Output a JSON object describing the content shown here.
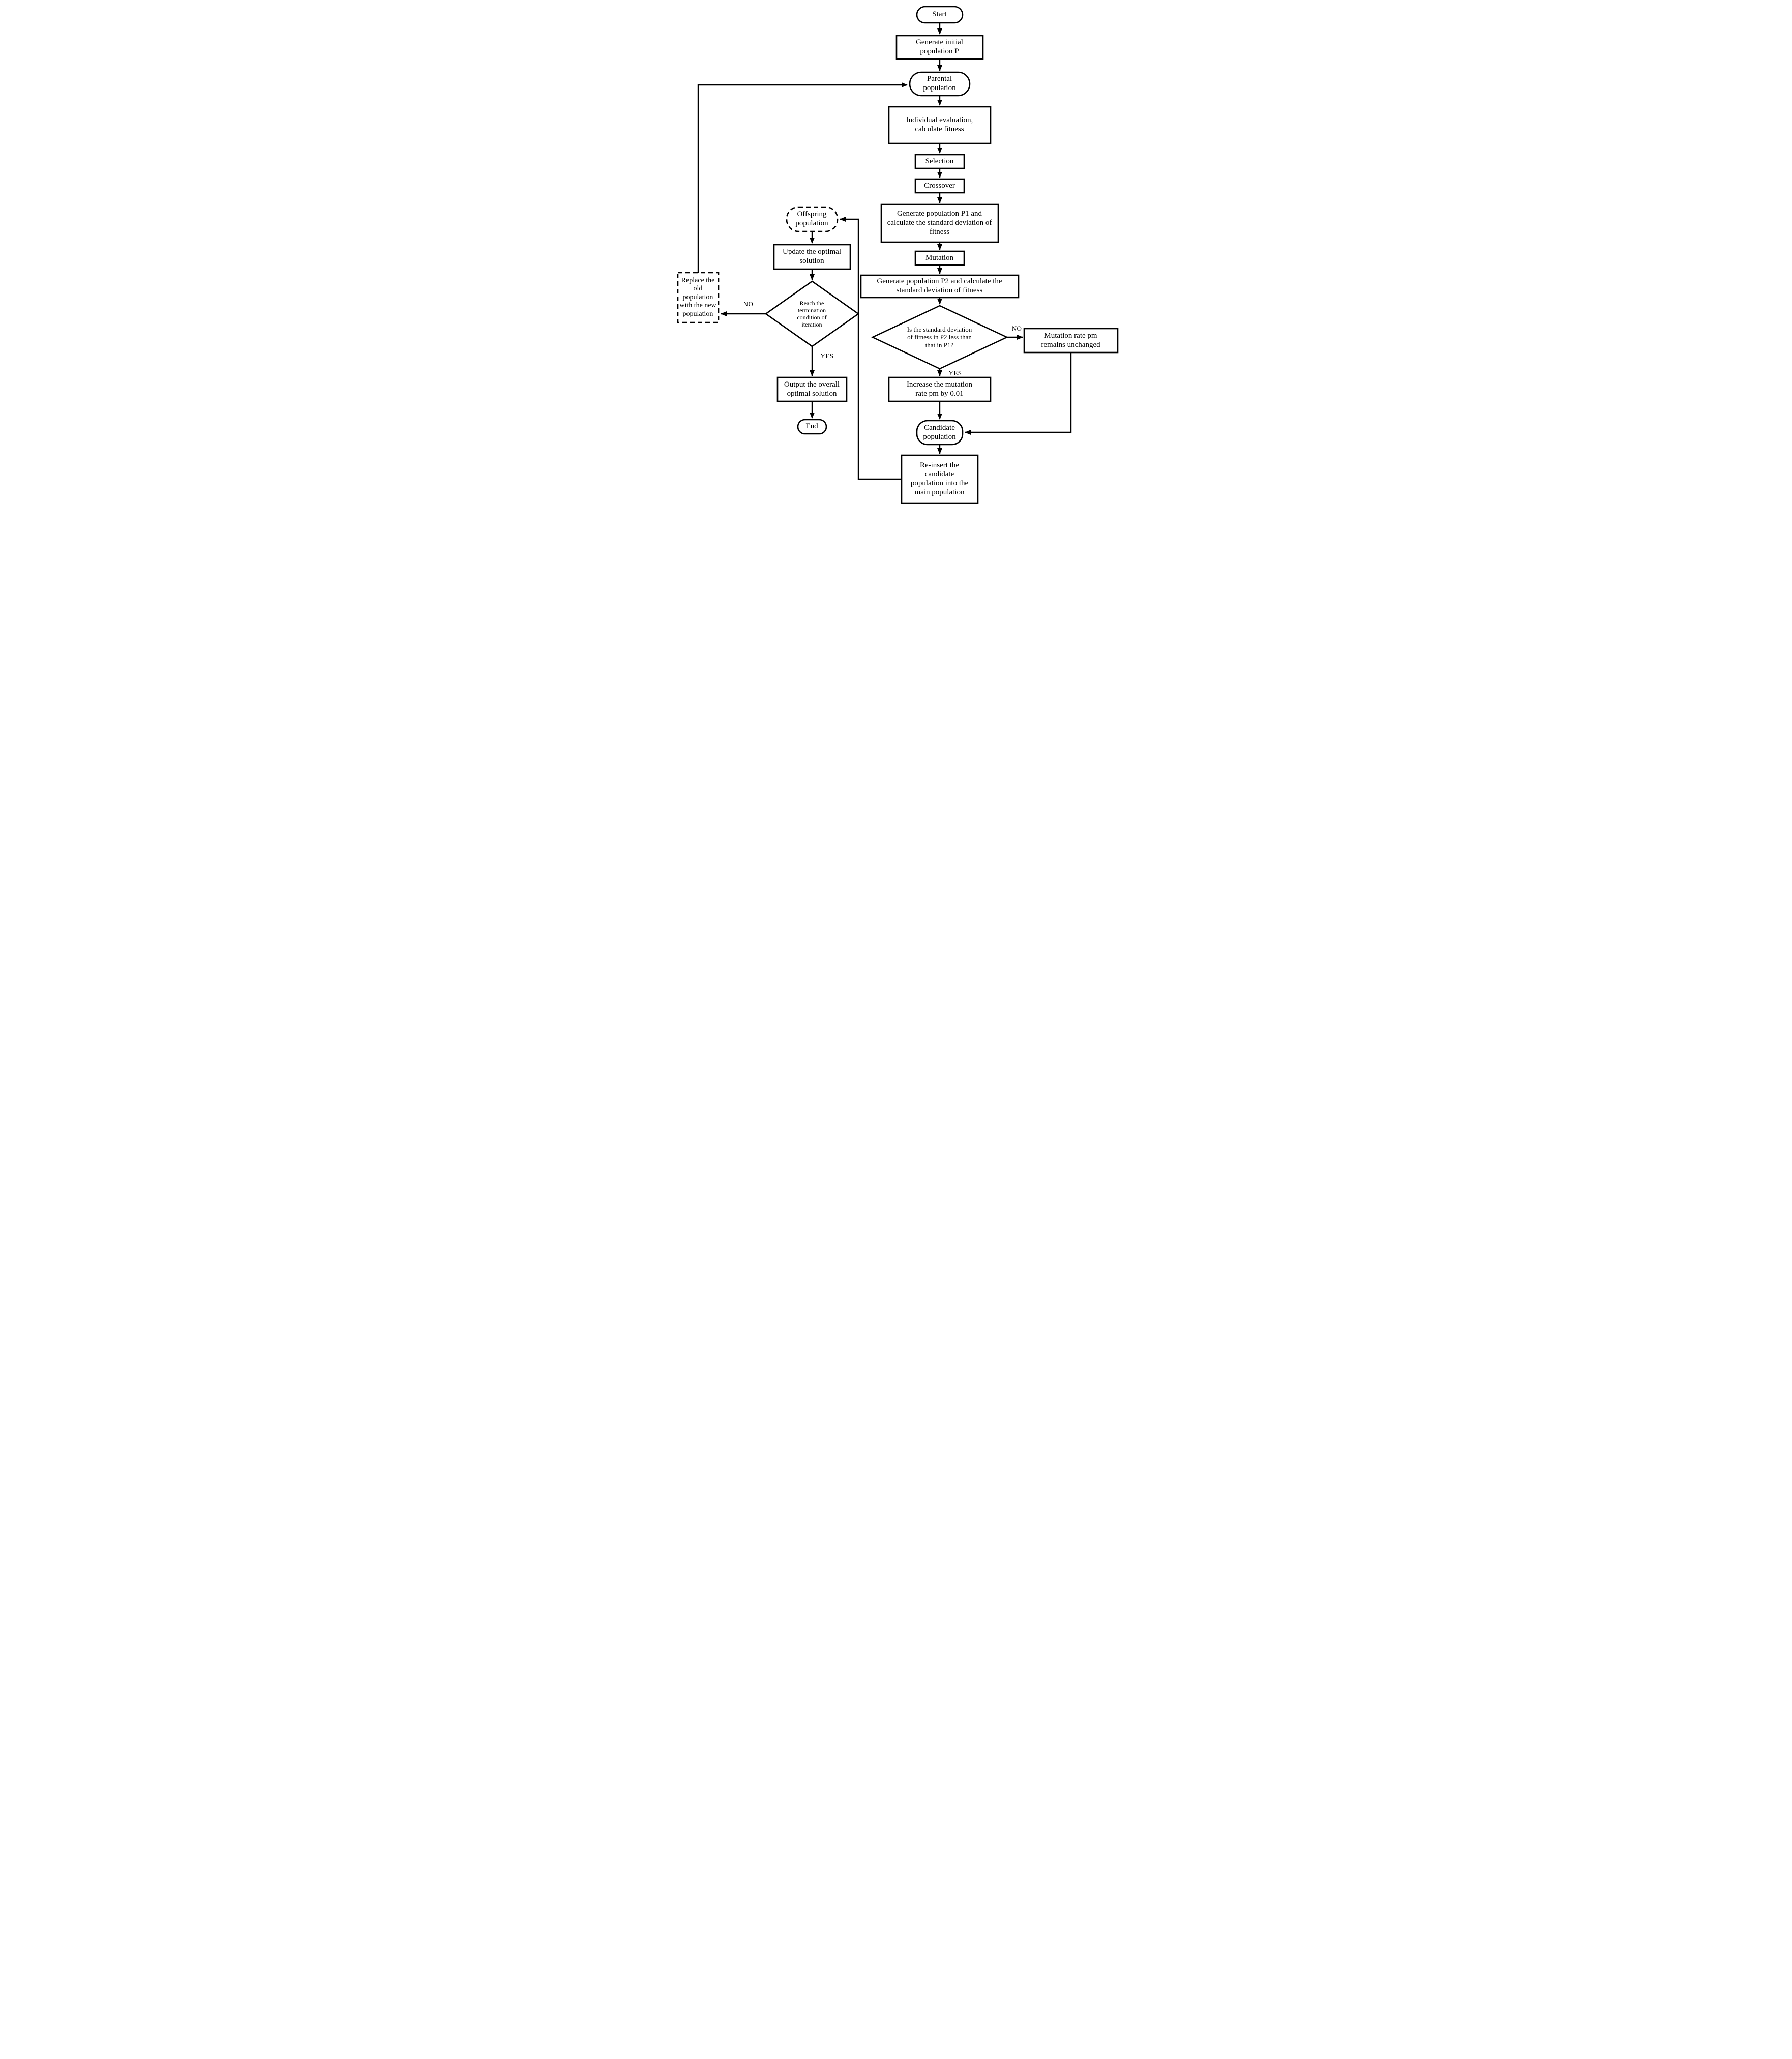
{
  "diagram": {
    "colors": {
      "stroke": "#000000",
      "background": "#ffffff",
      "text": "#000000"
    },
    "nodes": {
      "start": {
        "label": "Start",
        "shape": "stadium"
      },
      "gen_initial": {
        "label": "Generate initial population P",
        "shape": "rect"
      },
      "parental": {
        "label": "Parental population",
        "shape": "stadium"
      },
      "individual": {
        "label": "Individual evaluation, calculate fitness",
        "shape": "rect"
      },
      "selection": {
        "label": "Selection",
        "shape": "rect"
      },
      "crossover": {
        "label": "Crossover",
        "shape": "rect"
      },
      "gen_p1": {
        "label": "Generate population P1 and calculate the standard deviation of fitness",
        "shape": "rect"
      },
      "mutation": {
        "label": "Mutation",
        "shape": "rect"
      },
      "gen_p2": {
        "label": "Generate population P2 and calculate the standard deviation of fitness",
        "shape": "rect"
      },
      "std_decision": {
        "label": "Is the standard deviation of fitness in P2 less than that in P1?",
        "shape": "diamond"
      },
      "pm_unchanged": {
        "label": "Mutation rate pm remains unchanged",
        "shape": "rect"
      },
      "pm_increase": {
        "label": "Increase the mutation rate pm by 0.01",
        "shape": "rect"
      },
      "candidate": {
        "label": "Candidate population",
        "shape": "stadium"
      },
      "reinsert": {
        "label": "Re-insert the candidate population into the main population",
        "shape": "rect"
      },
      "offspring": {
        "label": "Offspring population",
        "shape": "stadium-dashed"
      },
      "update": {
        "label": "Update the optimal solution",
        "shape": "rect"
      },
      "term_decision": {
        "label": "Reach the termination condition of iteration",
        "shape": "diamond"
      },
      "replace": {
        "label": "Replace the old population with the new population",
        "shape": "rect-dashed"
      },
      "output": {
        "label": "Output the overall optimal solution",
        "shape": "rect"
      },
      "end": {
        "label": "End",
        "shape": "stadium"
      }
    },
    "edge_labels": {
      "std_no": "NO",
      "std_yes": "YES",
      "term_no": "NO",
      "term_yes": "YES"
    }
  }
}
